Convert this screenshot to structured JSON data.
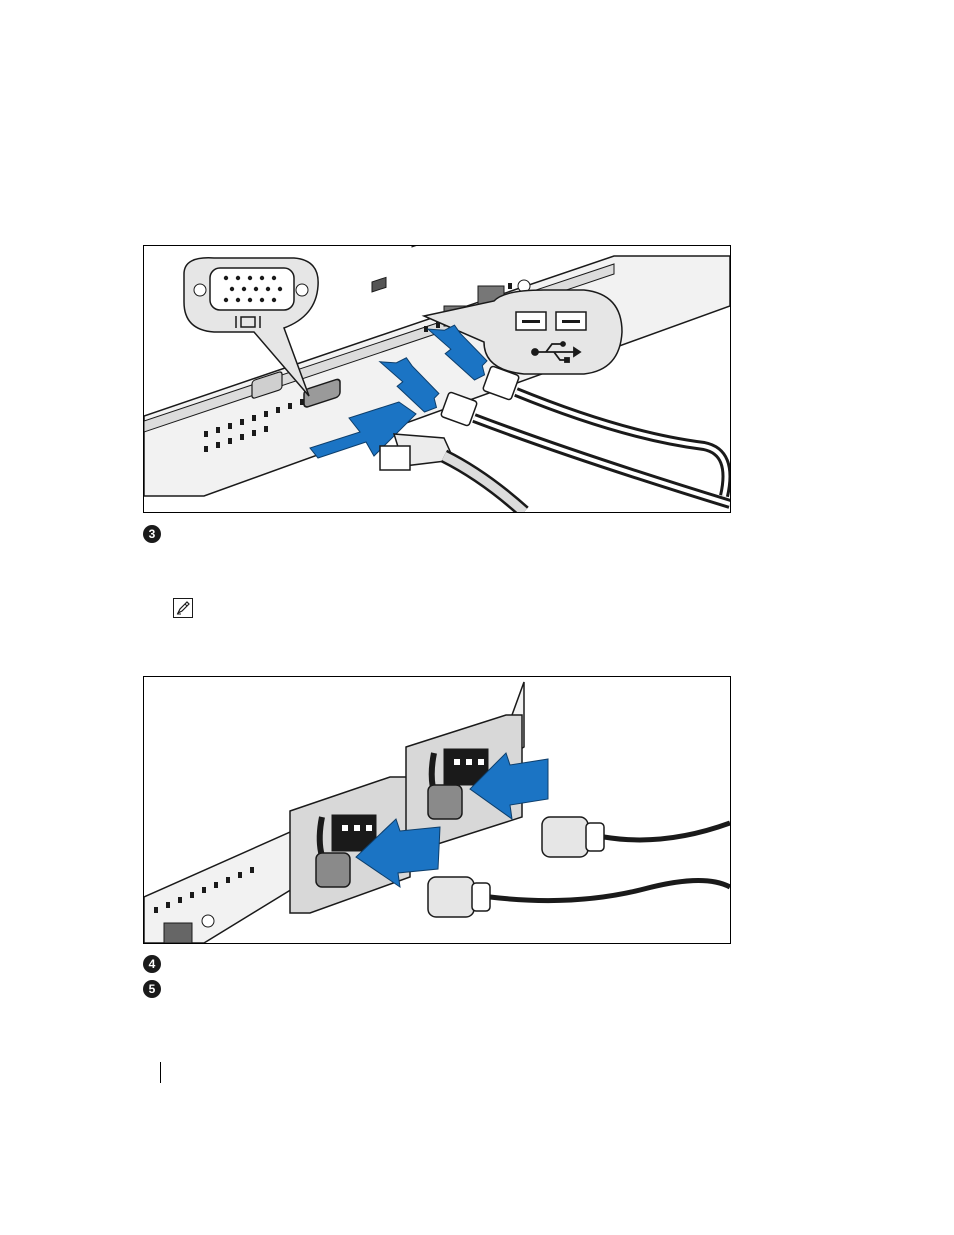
{
  "steps": {
    "step3": "3",
    "step4": "4",
    "step5": "5"
  },
  "figure1": {
    "vga_callout_icon": "video-port-icon",
    "usb_callout_icon": "usb-trident-icon"
  },
  "figure2": {},
  "colors": {
    "arrow_blue": "#1b74c4",
    "line": "#1a1a1a",
    "panel_gray": "#e6e6e6"
  }
}
